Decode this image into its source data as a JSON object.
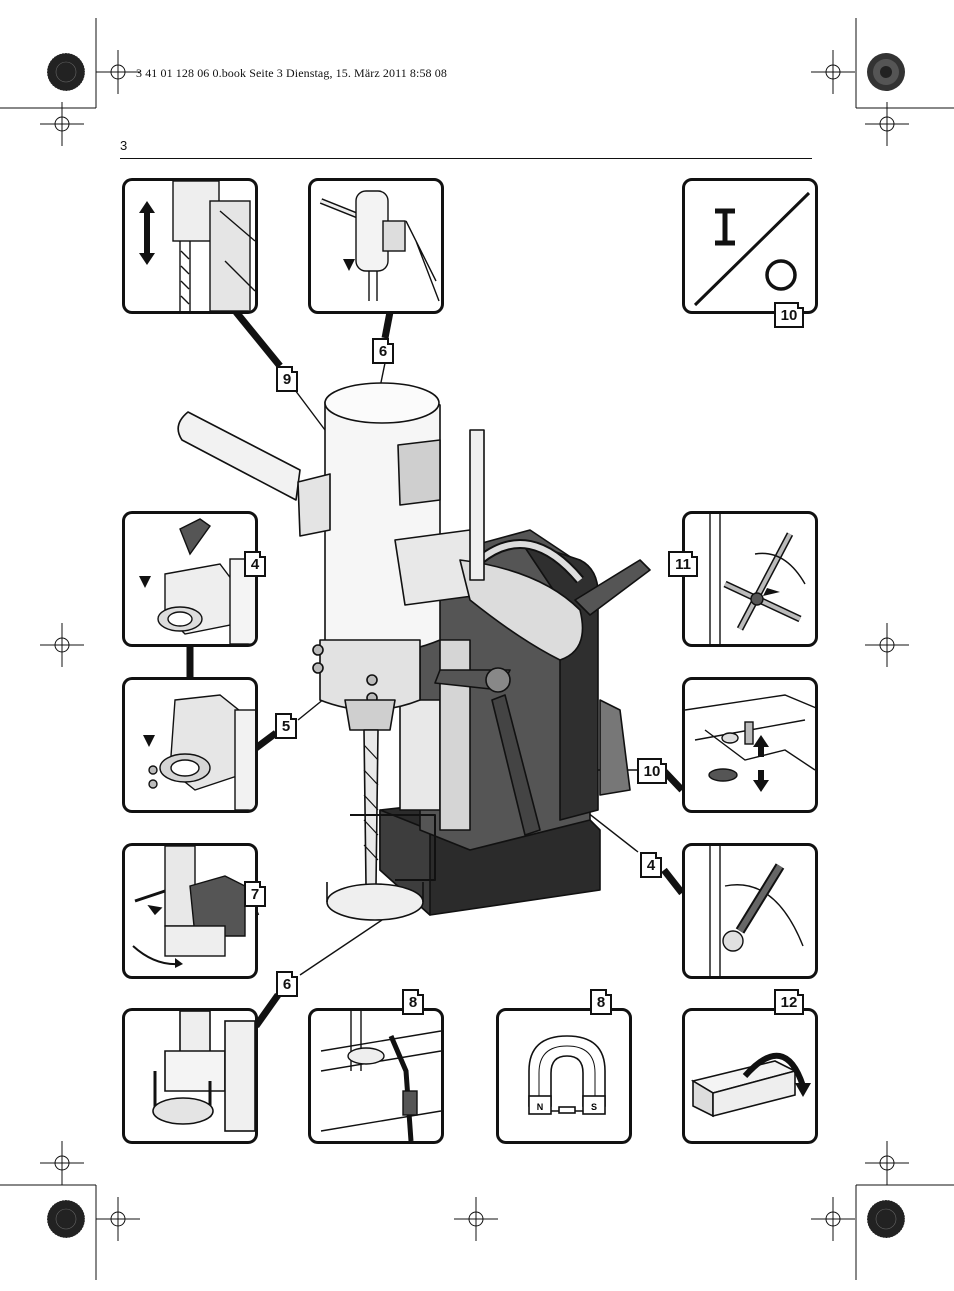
{
  "header": {
    "book_line": "3 41 01 128 06 0.book  Seite 3  Dienstag, 15. März 2011  8:58 08",
    "page_number": "3"
  },
  "callouts": {
    "switch_panel": "10",
    "pinion_panel": "9",
    "lower_drill_panel": "6",
    "handle_lock_panel": "4",
    "handle_mount_panel": "5",
    "chip_guard_panel": "7",
    "guard_ring_panel": "6",
    "strap_panel": "8",
    "magnet_panel": "8",
    "cover_panel": "12",
    "crank_panel": "11",
    "adjust_panel": "10",
    "lever_panel": "4",
    "main_9": "9",
    "main_6_top": "6",
    "main_5": "5",
    "main_4": "4",
    "main_10": "10",
    "main_6_bottom": "6"
  },
  "magnet": {
    "north": "N",
    "south": "S"
  },
  "colors": {
    "ink": "#111111",
    "paper": "#ffffff",
    "shade": "#d9d9d9",
    "dark": "#3a3a3a"
  }
}
